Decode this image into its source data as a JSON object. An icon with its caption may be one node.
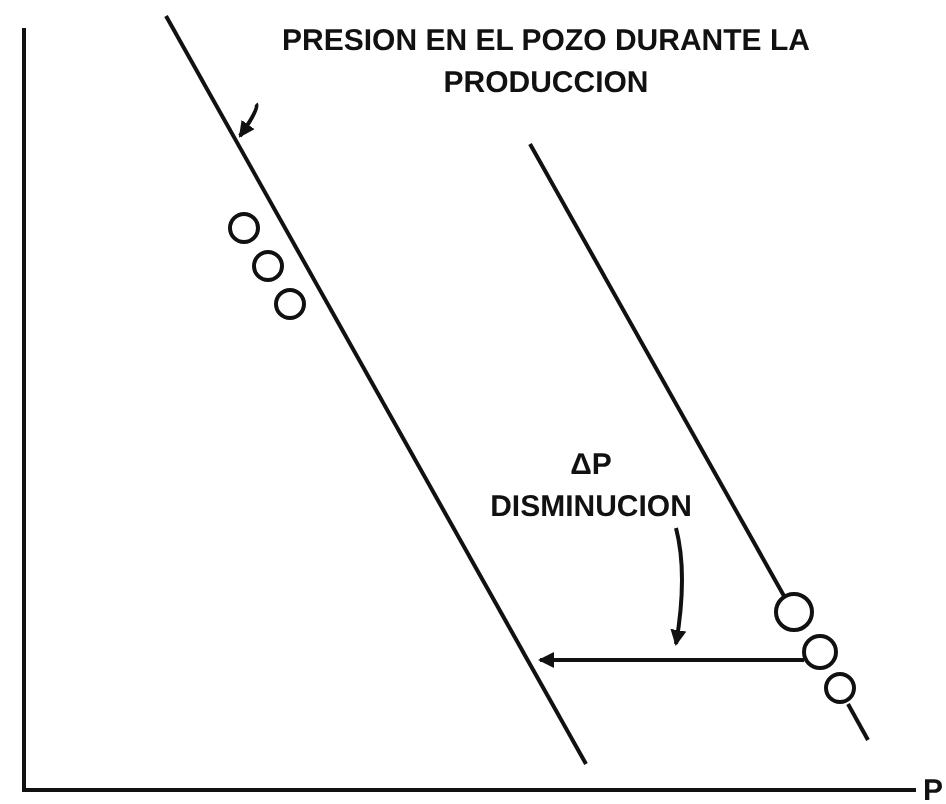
{
  "diagram": {
    "nodes": [
      {
        "text": [
          "PRESION EN EL POZO DURANTE LA PRODUCCION"
        ]
      },
      {
        "text": [],
        "shape": "line"
      },
      {
        "text": [
          "ΔP DISMINUCION"
        ]
      }
    ],
    "edges": [
      {
        "from": 0,
        "to": 1,
        "arrow": "to"
      },
      {
        "from": 2,
        "to": null,
        "arrow": "to"
      }
    ],
    "labels": [
      "P"
    ]
  }
}
